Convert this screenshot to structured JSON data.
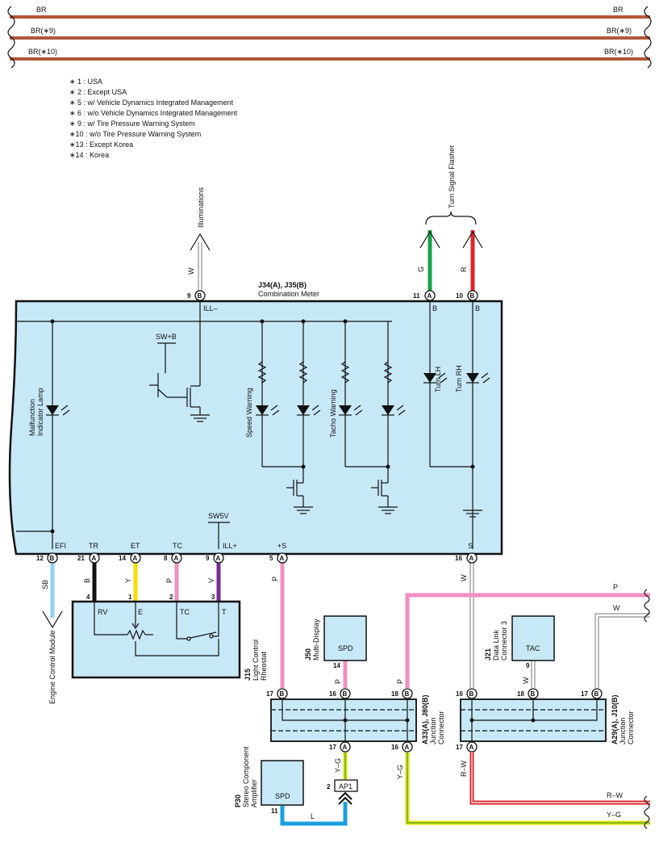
{
  "colors": {
    "BR": "#b1583a",
    "SB": "#8fd3f0",
    "B": "#111111",
    "Y": "#f5de00",
    "P": "#f08fc0",
    "V": "#7a2b96",
    "W": "#bbbbbb",
    "G": "#1aa24a",
    "R": "#e0242a",
    "L": "#1aa0e0",
    "YG": "#e6e000",
    "YG2": "#5fb030",
    "RW": "#e0242a",
    "box": "#c7e8f7"
  },
  "bus_wires": [
    {
      "left_label": "BR",
      "right_label": "BR"
    },
    {
      "left_label": "BR(∗9)",
      "right_label": "BR(∗9)"
    },
    {
      "left_label": "BR(∗10)",
      "right_label": "BR(∗10)"
    }
  ],
  "notes": [
    "∗ 1 : USA",
    "∗ 2 : Except USA",
    "∗ 5 : w/ Vehicle Dynamics Integrated Management",
    "∗ 6 : w/o Vehicle Dynamics Integrated Management",
    "∗ 9 : w/ Tire Pressure Warning System",
    "∗10 : w/o Tire Pressure Warning System",
    "∗13 : Except Korea",
    "∗14 : Korea"
  ],
  "meter": {
    "code": "J34(A), J35(B)",
    "name": "Combination Meter",
    "sw_b": "SW+B",
    "sw5v": "SW5V",
    "lamps": {
      "mil_1": "Malfunction",
      "mil_2": "Indicator Lamp",
      "speed": "Speed Warning",
      "tacho": "Tacho Warning",
      "turn_lh": "Turn LH",
      "turn_rh": "Turn RH"
    },
    "top_pins": [
      {
        "num": "9",
        "letter": "B",
        "term": "ILL–",
        "wire": "W",
        "dest": "Illuminations"
      },
      {
        "num": "11",
        "letter": "A",
        "term": "B",
        "wire": "G",
        "dest": ""
      },
      {
        "num": "10",
        "letter": "B",
        "term": "B",
        "wire": "R",
        "dest": ""
      }
    ],
    "turn_dest": "Turn Signal Flasher",
    "bottom_pins": [
      {
        "num": "12",
        "letter": "B",
        "term": "EFI",
        "wire": "SB"
      },
      {
        "num": "21",
        "letter": "A",
        "term": "TR",
        "wire": "B"
      },
      {
        "num": "14",
        "letter": "A",
        "term": "ET",
        "wire": "Y"
      },
      {
        "num": "8",
        "letter": "A",
        "term": "TC",
        "wire": "P"
      },
      {
        "num": "9",
        "letter": "A",
        "term": "ILL+",
        "wire": "V"
      },
      {
        "num": "5",
        "letter": "A",
        "term": "+S",
        "wire": "P"
      },
      {
        "num": "16",
        "letter": "A",
        "term": "S",
        "wire": "W"
      }
    ]
  },
  "ecm": "Engine Control Module",
  "rheostat": {
    "code": "J15",
    "name_1": "Light Control",
    "name_2": "Rheostat",
    "pins": [
      "4",
      "1",
      "2",
      "3"
    ],
    "terms": [
      "RV",
      "E",
      "TC",
      "T"
    ]
  },
  "multi_display": {
    "code": "J50",
    "name": "Multi-Display",
    "term": "SPD",
    "pin": "14",
    "wire": "P"
  },
  "stereo": {
    "code": "P30",
    "name_1": "Stereo Component",
    "name_2": "Amplifier",
    "term": "SPD",
    "pin": "11",
    "wire": "L"
  },
  "ap1": {
    "label": "AP1",
    "pin": "2"
  },
  "jc_a33": {
    "code": "A33(A), J80(B)",
    "name_1": "Junction",
    "name_2": "Connector",
    "top_pins": [
      {
        "num": "17",
        "letter": "B",
        "wire": ""
      },
      {
        "num": "16",
        "letter": "B",
        "wire": "P"
      },
      {
        "num": "18",
        "letter": "B",
        "wire": "P"
      }
    ],
    "bottom_pins": [
      {
        "num": "17",
        "letter": "A",
        "wire": "Y–G"
      },
      {
        "num": "16",
        "letter": "A",
        "wire": "Y–G"
      }
    ]
  },
  "dlc3": {
    "code": "J21",
    "name_1": "Data Link",
    "name_2": "Connector 3",
    "term": "TAC",
    "pin": "9",
    "wire": "W"
  },
  "jc_a29": {
    "code": "A29(A), J10(B)",
    "name_1": "Junction",
    "name_2": "Connector",
    "top_pins": [
      {
        "num": "16",
        "letter": "B",
        "wire": ""
      },
      {
        "num": "18",
        "letter": "B",
        "wire": "W"
      },
      {
        "num": "17",
        "letter": "B",
        "wire": ""
      }
    ],
    "bottom_pins": [
      {
        "num": "17",
        "letter": "A",
        "wire": "R–W"
      }
    ]
  },
  "right_wires": {
    "p": "P",
    "w": "W",
    "rw": "R–W",
    "yg": "Y–G"
  }
}
